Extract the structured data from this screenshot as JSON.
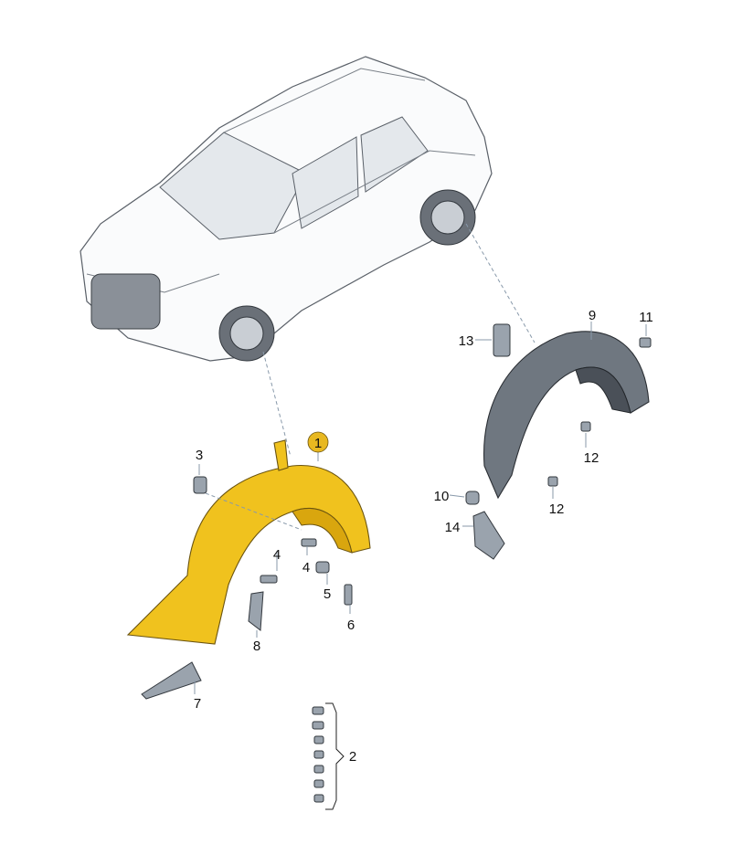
{
  "diagram": {
    "callouts": {
      "c1": "1",
      "c2": "2",
      "c3": "3",
      "c4a": "4",
      "c4b": "4",
      "c5": "5",
      "c6": "6",
      "c7": "7",
      "c8": "8",
      "c9": "9",
      "c10": "10",
      "c11": "11",
      "c12a": "12",
      "c12b": "12",
      "c13": "13",
      "c14": "14"
    },
    "colors": {
      "front_liner": "#f0c21e",
      "rear_liner": "#6f7780",
      "badge": "#e8b820"
    }
  }
}
